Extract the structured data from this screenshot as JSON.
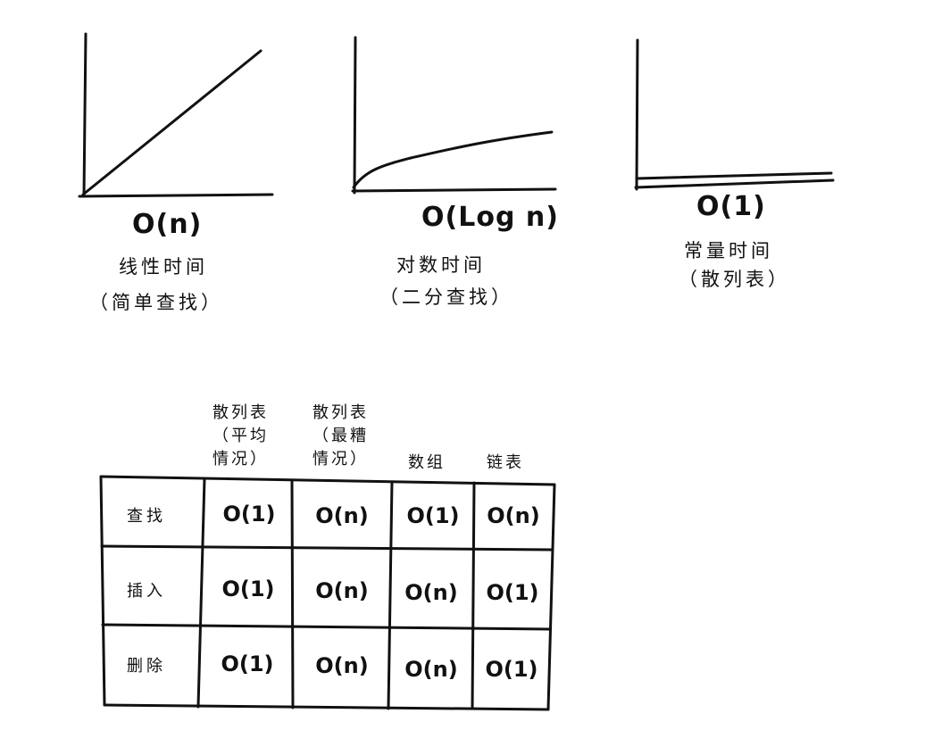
{
  "graphs": [
    {
      "notation": "O(n)",
      "name": "线性时间",
      "example": "（简单查找）"
    },
    {
      "notation": "O(Log n)",
      "name": "对数时间",
      "example": "（二分查找）"
    },
    {
      "notation": "O(1)",
      "name": "常量时间",
      "example": "（散列表）"
    }
  ],
  "table": {
    "columns": [
      "散列表\n（平均\n情况）",
      "散列表\n（最糟\n情况）",
      "数组",
      "链表"
    ],
    "rows": [
      {
        "label": "查找",
        "cells": [
          "O(1)",
          "O(n)",
          "O(1)",
          "O(n)"
        ]
      },
      {
        "label": "插入",
        "cells": [
          "O(1)",
          "O(n)",
          "O(n)",
          "O(1)"
        ]
      },
      {
        "label": "删除",
        "cells": [
          "O(1)",
          "O(n)",
          "O(n)",
          "O(1)"
        ]
      }
    ]
  }
}
